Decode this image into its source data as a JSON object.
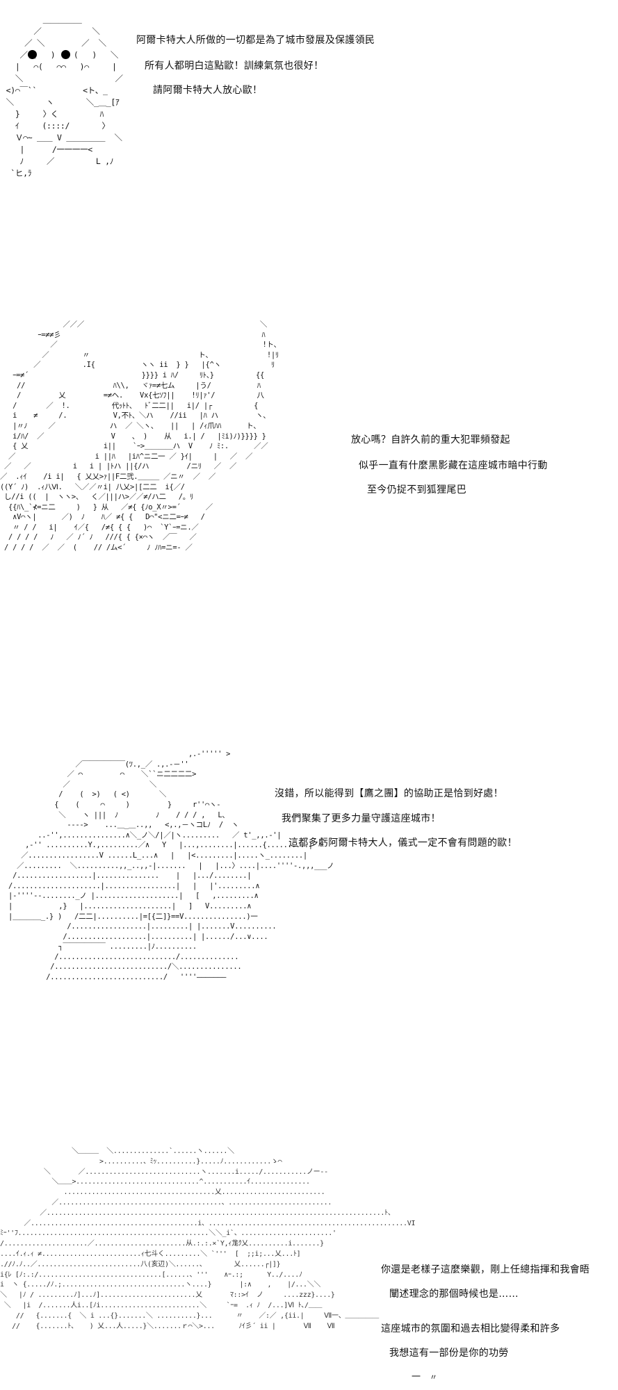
{
  "panels": [
    {
      "id": "panel-1",
      "character_art": "round-faced mascot with large black eyes, saluting",
      "dialogue": [
        "阿爾卡特大人所做的一切都是為了城市發展及保護領民",
        "所有人都明白這點歐！訓練氣氛也很好！",
        "請阿爾卡特大人放心歐！"
      ]
    },
    {
      "id": "panel-2",
      "character_art": "silhouetted figure with long hair amid sweeping diagonal lines",
      "dialogue": [
        "放心嗎？自許久前的重大犯罪頻發起",
        "似乎一直有什麼黑影藏在這座城市暗中行動",
        "至今仍捉不到狐狸尾巴"
      ]
    },
    {
      "id": "panel-3",
      "character_art": "cheerful mascot in headband and suit with (>) (<) eyes, fist raised",
      "dialogue": [
        "沒錯，所以能得到【鷹之團】的協助正是恰到好處！",
        "我們聚集了更多力量守護這座城市！",
        "這都多虧阿爾卡特大人，儀式一定不會有問題的歐！"
      ]
    },
    {
      "id": "panel-4",
      "character_art": "dense dotted-shading figure with armored shoulders",
      "dialogue": [
        "你還是老樣子這麼樂觀，剛上任總指揮和我會晤",
        "闡述理念的那個時候也是……",
        "這座城市的氛圍和過去相比變得柔和許多",
        "我想這有一部份是你的功勞"
      ],
      "art_fragments": [
        "VII一、",
        "VII",
        "VII",
        "一",
        "〃",
        "zzz"
      ]
    }
  ],
  "colors": {
    "background": "#ffffff",
    "text": "#111111"
  }
}
